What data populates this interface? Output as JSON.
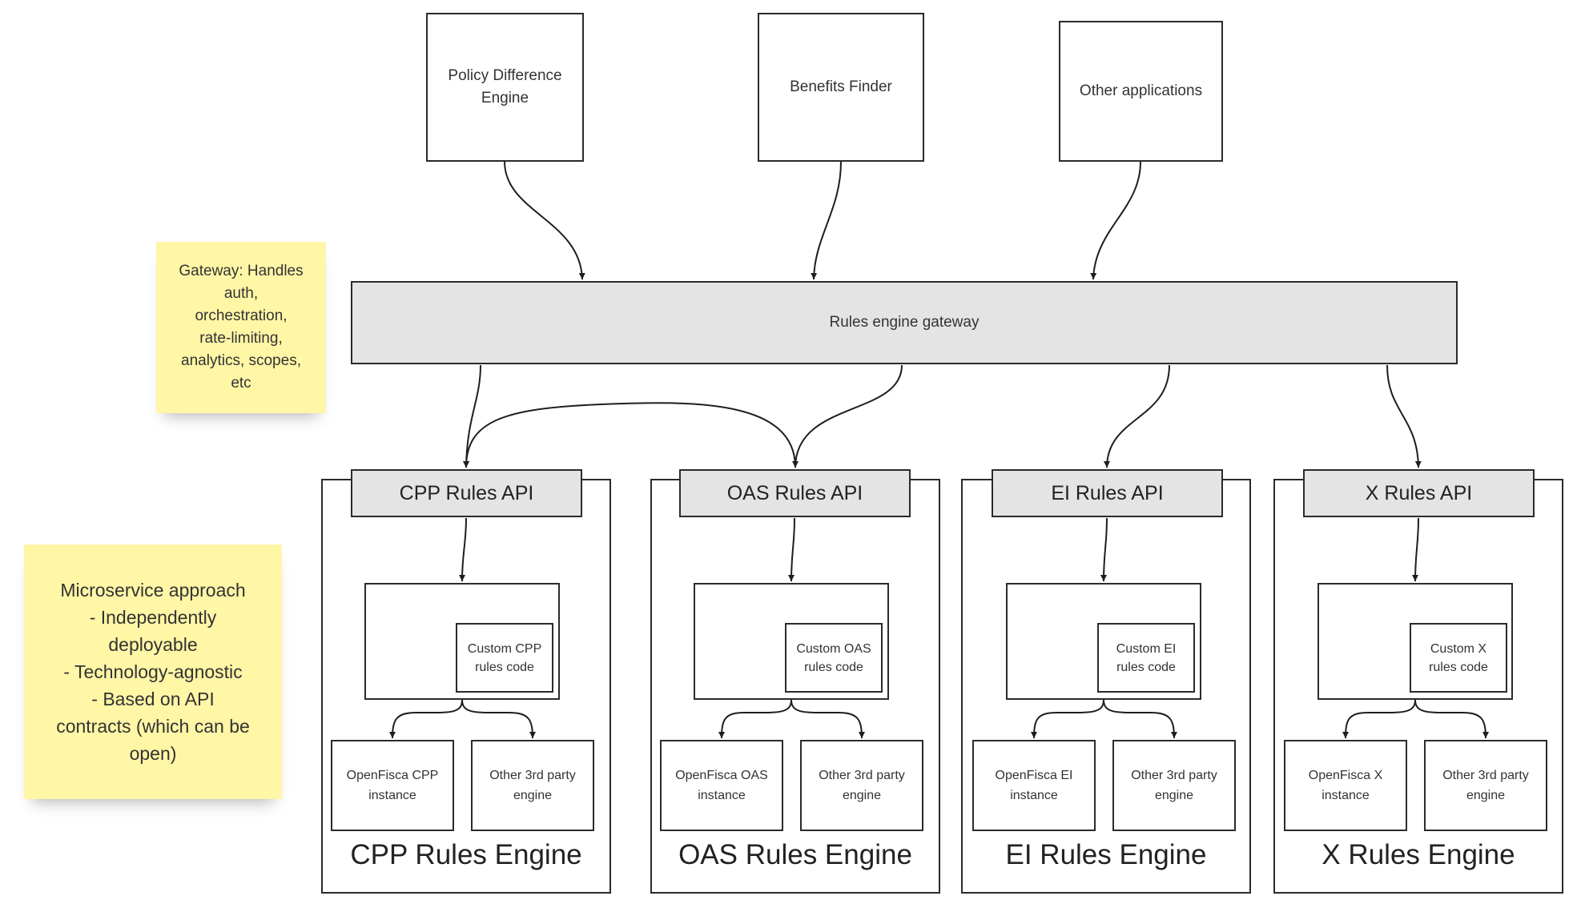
{
  "apps": [
    {
      "line1": "Policy Difference",
      "line2": "Engine"
    },
    {
      "line1": "Benefits Finder",
      "line2": ""
    },
    {
      "line1": "Other applications",
      "line2": ""
    }
  ],
  "gateway": {
    "label": "Rules engine gateway"
  },
  "notes": {
    "gateway_note": [
      "Gateway: Handles",
      "auth,",
      "orchestration,",
      "rate-limiting,",
      "analytics, scopes,",
      "etc"
    ],
    "microservice_note": [
      "Microservice approach",
      "- Independently",
      "deployable",
      "- Technology-agnostic",
      "- Based on API",
      "contracts (which can be",
      "open)"
    ]
  },
  "engines": [
    {
      "api": "CPP Rules API",
      "custom": [
        "Custom CPP",
        "rules code"
      ],
      "openfisca": [
        "OpenFisca CPP",
        "instance"
      ],
      "third_party": [
        "Other 3rd party",
        "engine"
      ],
      "title": "CPP Rules Engine"
    },
    {
      "api": "OAS Rules API",
      "custom": [
        "Custom OAS",
        "rules code"
      ],
      "openfisca": [
        "OpenFisca OAS",
        "instance"
      ],
      "third_party": [
        "Other 3rd party",
        "engine"
      ],
      "title": "OAS Rules Engine"
    },
    {
      "api": "EI Rules API",
      "custom": [
        "Custom EI",
        "rules code"
      ],
      "openfisca": [
        "OpenFisca EI",
        "instance"
      ],
      "third_party": [
        "Other 3rd party",
        "engine"
      ],
      "title": "EI Rules Engine"
    },
    {
      "api": "X Rules API",
      "custom": [
        "Custom X",
        "rules code"
      ],
      "openfisca": [
        "OpenFisca X",
        "instance"
      ],
      "third_party": [
        "Other 3rd party",
        "engine"
      ],
      "title": "X Rules Engine"
    }
  ],
  "colors": {
    "sticky": "#fff6a6",
    "gateway_fill": "#e4e4e4",
    "stroke": "#2b2b2b"
  }
}
